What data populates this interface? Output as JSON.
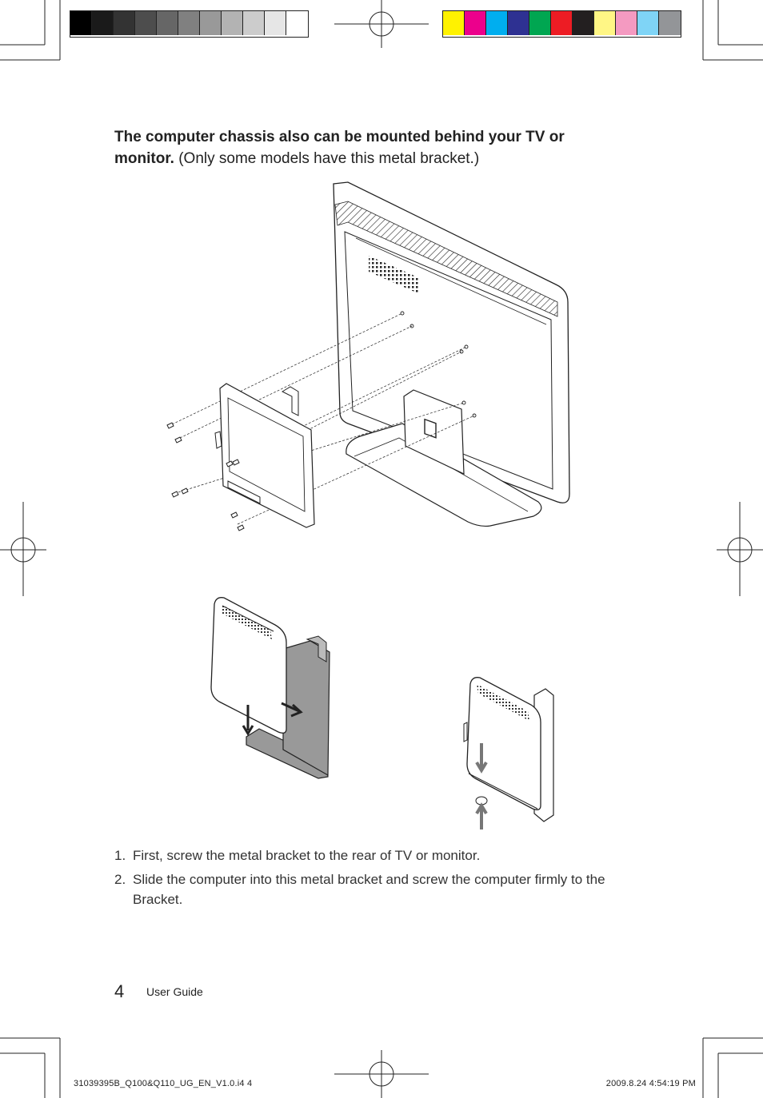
{
  "colors": {
    "grayscale_bar": [
      "#000000",
      "#1a1a1a",
      "#333333",
      "#4d4d4d",
      "#666666",
      "#808080",
      "#999999",
      "#b3b3b3",
      "#cccccc",
      "#e6e6e6",
      "#ffffff"
    ],
    "color_bar": [
      "#fff200",
      "#ec008c",
      "#00aeef",
      "#2e3192",
      "#00a651",
      "#ed1c24",
      "#231f20",
      "#fff685",
      "#f49ac1",
      "#7fd4f6",
      "#939598"
    ]
  },
  "heading": {
    "bold": "The computer chassis also can be mounted behind your TV or monitor.",
    "normal": "(Only some models have this metal bracket.)"
  },
  "steps": [
    {
      "num": "1.",
      "text": "First, screw the metal bracket to the rear of TV or monitor."
    },
    {
      "num": "2.",
      "text": "Slide the computer into this metal bracket and screw the computer firmly to the Bracket."
    }
  ],
  "footer": {
    "page_number": "4",
    "label": "User Guide",
    "slug_left": "31039395B_Q100&Q110_UG_EN_V1.0.i4   4",
    "slug_right": "2009.8.24    4:54:19 PM"
  }
}
